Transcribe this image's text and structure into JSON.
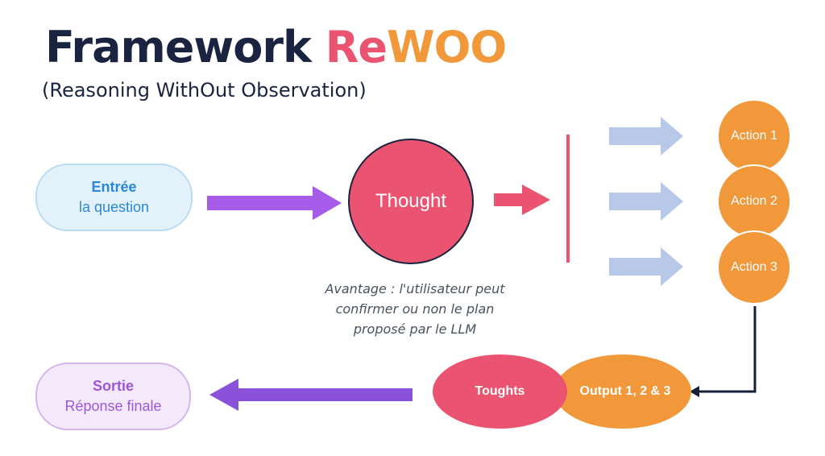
{
  "header": {
    "title_part1": "Framework ",
    "title_part2": "Re",
    "title_part3": "WOO",
    "subtitle": "(Reasoning WithOut Observation)"
  },
  "input_node": {
    "title": "Entrée",
    "text": "la question"
  },
  "thought_node": {
    "label": "Thought"
  },
  "actions": [
    {
      "label": "Action 1"
    },
    {
      "label": "Action 2"
    },
    {
      "label": "Action 3"
    }
  ],
  "note": {
    "line1": "Avantage : l'utilisateur peut",
    "line2": "confirmer ou non le plan",
    "line3": "proposé par le LLM"
  },
  "toughts_node": {
    "label": "Toughts"
  },
  "output_node": {
    "label": "Output 1, 2 & 3"
  },
  "output_final_node": {
    "title": "Sortie",
    "text": "Réponse finale"
  },
  "colors": {
    "navy": "#1a2440",
    "pink": "#ea5470",
    "orange": "#f0983a",
    "purple": "#a65ce6",
    "light_blue_fill": "#e3f1fb",
    "light_blue_text": "#2b88d8",
    "light_purple_fill": "#f3e9fb",
    "purple_text": "#9d57d8",
    "periwinkle": "#b7c8e8",
    "dark_navy_line": "#152038"
  }
}
